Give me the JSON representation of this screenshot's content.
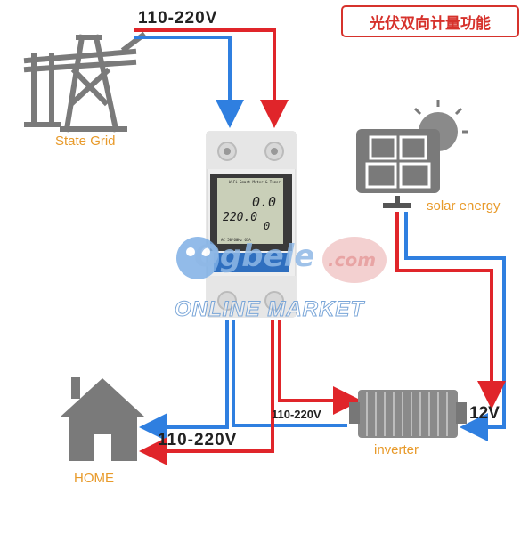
{
  "labels": {
    "title_badge": "光伏双向计量功能",
    "top_voltage": "110-220V",
    "state_grid": "State Grid",
    "solar_energy": "solar energy",
    "home": "HOME",
    "inverter": "inverter",
    "home_voltage": "110-220V",
    "inverter_voltage": "110-220V",
    "dc_voltage": "12V"
  },
  "meter_display": {
    "title": "WiFi Smart Meter & Timer",
    "top_value": "0.0",
    "mid_value": "220.0",
    "right_value": "0",
    "spec": "AC 50/60Hz 63A"
  },
  "watermark": {
    "brand": "Ogbele",
    "com": ".com",
    "market": "ONLINE MARKET"
  },
  "colors": {
    "live_wire": "#e0252a",
    "neutral_wire": "#2f7fe0",
    "label_orange": "#e89a2a",
    "icon_gray": "#7a7a7a",
    "badge_red": "#d6322c"
  },
  "icons": [
    "power-tower-icon",
    "solar-panel-icon",
    "sun-icon",
    "house-icon",
    "inverter-icon",
    "smart-meter-icon"
  ]
}
